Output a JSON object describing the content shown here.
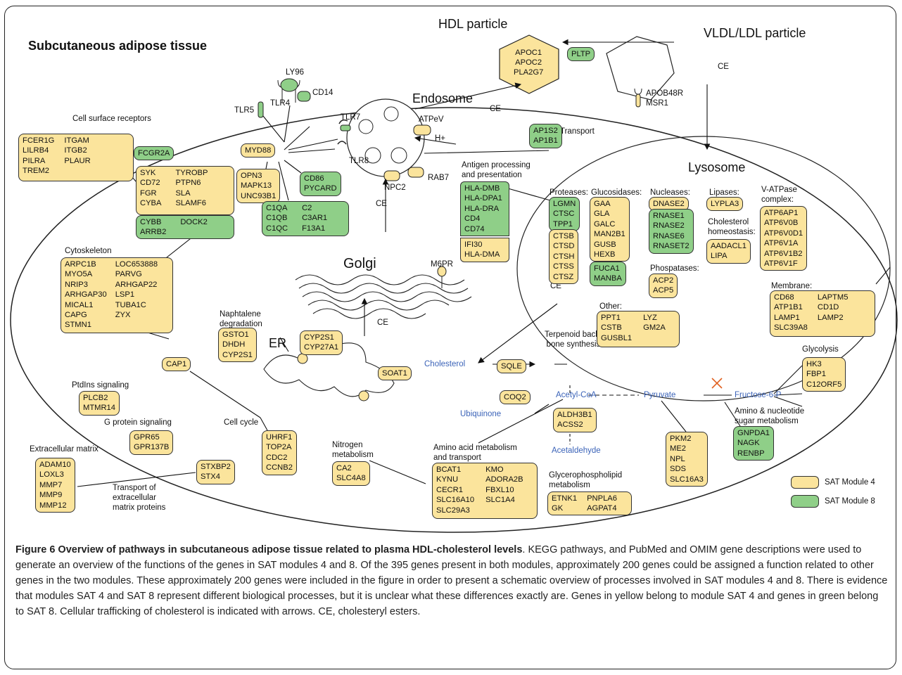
{
  "title": "Subcutaneous adipose tissue",
  "compartments": {
    "endosome": "Endosome",
    "lysosome": "Lysosome",
    "golgi": "Golgi",
    "er": "ER",
    "hdl": "HDL particle",
    "vldl": "VLDL/LDL particle"
  },
  "hdl_genes": [
    "APOC1",
    "APOC2",
    "PLA2G7"
  ],
  "edge_labels": {
    "ce": "CE",
    "hplus": "H+",
    "m6pr": "M6PR",
    "atpev": "ATPeV",
    "rab7": "RAB7",
    "npc2": "NPC2",
    "transport": "Transport"
  },
  "receptors": {
    "tlr5": "TLR5",
    "tlr4": "TLR4",
    "ly96": "LY96",
    "cd14": "CD14",
    "tlr7": "TLR7",
    "tlr8": "TLR8",
    "apob48r": "APOB48R",
    "msr1": "MSR1"
  },
  "section_labels": {
    "cell_surface": "Cell surface receptors",
    "cytoskeleton": "Cytoskeleton",
    "antigen": "Antigen processing\nand presentation",
    "proteases": "Proteases:",
    "glucosidases": "Glucosidases:",
    "nucleases": "Nucleases:",
    "lipases": "Lipases:",
    "vatpase": "V-ATPase\ncomplex:",
    "chol_homeo": "Cholesterol\nhomeostasis:",
    "phosphatases": "Phospatases:",
    "membrane": "Membrane:",
    "other": "Other:",
    "naphtalene": "Naphtalene\ndegradation",
    "ptdins": "PtdIns signaling",
    "gprotein": "G protein signaling",
    "cellcycle": "Cell cycle",
    "ecm": "Extracellular matrix",
    "ecm_transport": "Transport of\nextracellular\nmatrix proteins",
    "nitrogen": "Nitrogen\nmetabolism",
    "aminoacid": "Amino acid metabolism\nand transport",
    "glycero": "Glycerophospholipid\nmetabolism",
    "terpenoid": "Terpenoid back-\nbone synthesis",
    "glycolysis": "Glycolysis",
    "aminonuc": "Amino & nucleotide\nsugar metabolism"
  },
  "metabolites": {
    "cholesterol": "Cholesterol",
    "acetylcoa": "Acetyl-CoA",
    "pyruvate": "Pyruvate",
    "fructose": "Fructose-6-P",
    "ubiquinone": "Ubiquinone",
    "acetaldehyde": "Acetaldehyde"
  },
  "boxes": {
    "pltp": [
      "PLTP"
    ],
    "fcer1g": [
      "FCER1G",
      "LILRB4",
      "PILRA",
      "TREM2"
    ],
    "itgam": [
      "ITGAM",
      "ITGB2",
      "PLAUR"
    ],
    "fcgr2a": [
      "FCGR2A"
    ],
    "syk": [
      "SYK",
      "CD72",
      "FGR",
      "CYBA"
    ],
    "tyrobp": [
      "TYROBP",
      "PTPN6",
      "SLA",
      "SLAMF6"
    ],
    "cybb": [
      "CYBB",
      "ARRB2"
    ],
    "dock2": [
      "DOCK2"
    ],
    "myd88": [
      "MYD88"
    ],
    "opn3": [
      "OPN3",
      "MAPK13",
      "UNC93B1"
    ],
    "cd86": [
      "CD86",
      "PYCARD"
    ],
    "c1qa": [
      "C1QA",
      "C1QB",
      "C1QC"
    ],
    "c2": [
      "C2",
      "C3AR1",
      "F13A1"
    ],
    "ap1s2": [
      "AP1S2",
      "AP1B1"
    ],
    "hla_green": [
      "HLA-DMB",
      "HLA-DPA1",
      "HLA-DRA",
      "CD4",
      "CD74"
    ],
    "hla_yellow": [
      "IFI30",
      "HLA-DMA"
    ],
    "cyto1": [
      "ARPC1B",
      "MYO5A",
      "NRIP3",
      "ARHGAP30",
      "MICAL1",
      "CAPG",
      "STMN1"
    ],
    "cyto2": [
      "LOC653888",
      "PARVG",
      "ARHGAP22",
      "LSP1",
      "TUBA1C",
      "ZYX"
    ],
    "prot_green": [
      "LGMN",
      "CTSC",
      "TPP1"
    ],
    "prot_yellow": [
      "CTSB",
      "CTSD",
      "CTSH",
      "CTSS",
      "CTSZ"
    ],
    "gluc_yellow": [
      "GAA",
      "GLA",
      "GALC",
      "MAN2B1",
      "GUSB",
      "HEXB"
    ],
    "gluc_green": [
      "FUCA1",
      "MANBA"
    ],
    "nuc_yellow": [
      "DNASE2"
    ],
    "nuc_green": [
      "RNASE1",
      "RNASE2",
      "RNASE6",
      "RNASET2"
    ],
    "lipases": [
      "LYPLA3"
    ],
    "vatpase": [
      "ATP6AP1",
      "ATP6V0B",
      "ATP6V0D1",
      "ATP6V1A",
      "ATP6V1B2",
      "ATP6V1F"
    ],
    "cholhomeo": [
      "AADACL1",
      "LIPA"
    ],
    "phos": [
      "ACP2",
      "ACP5"
    ],
    "other1": [
      "PPT1",
      "CSTB",
      "GUSBL1"
    ],
    "other2": [
      "LYZ",
      "GM2A"
    ],
    "mem1": [
      "CD68",
      "ATP1B1",
      "LAMP1",
      "SLC39A8"
    ],
    "mem2": [
      "LAPTM5",
      "CD1D",
      "LAMP2"
    ],
    "naph": [
      "GSTO1",
      "DHDH",
      "CYP2S1"
    ],
    "cyp": [
      "CYP2S1",
      "CYP27A1"
    ],
    "soat1": [
      "SOAT1"
    ],
    "sqle": [
      "SQLE"
    ],
    "cap1": [
      "CAP1"
    ],
    "ptdins": [
      "PLCB2",
      "MTMR14"
    ],
    "gpr": [
      "GPR65",
      "GPR137B"
    ],
    "uhrf1": [
      "UHRF1",
      "TOP2A",
      "CDC2",
      "CCNB2"
    ],
    "ecm": [
      "ADAM10",
      "LOXL3",
      "MMP7",
      "MMP9",
      "MMP12"
    ],
    "stxbp2": [
      "STXBP2",
      "STX4"
    ],
    "nitrogen": [
      "CA2",
      "SLC4A8"
    ],
    "aa1": [
      "BCAT1",
      "KYNU",
      "CECR1",
      "SLC16A10",
      "SLC29A3"
    ],
    "aa2": [
      "KMO",
      "ADORA2B",
      "FBXL10",
      "SLC1A4"
    ],
    "coq2": [
      "COQ2"
    ],
    "aldh": [
      "ALDH3B1",
      "ACSS2"
    ],
    "glycero1": [
      "ETNK1",
      "GK"
    ],
    "glycero2": [
      "PNPLA6",
      "AGPAT4"
    ],
    "pkm2": [
      "PKM2",
      "ME2",
      "NPL",
      "SDS",
      "SLC16A3"
    ],
    "glycolysis": [
      "HK3",
      "FBP1",
      "C12ORF5"
    ],
    "aminonuc": [
      "GNPDA1",
      "NAGK",
      "RENBP"
    ]
  },
  "legend": [
    {
      "label": "SAT Module 4",
      "color": "#fbe49c"
    },
    {
      "label": "SAT Module 8",
      "color": "#8fcf88"
    }
  ],
  "caption": {
    "lead": "Figure 6 Overview of pathways in subcutaneous adipose tissue related to plasma HDL-cholesterol levels",
    "body": ". KEGG pathways, and PubMed and OMIM gene descriptions were used to generate an overview of the functions of the genes in SAT modules 4 and 8. Of the 395 genes present in both modules, approximately 200 genes could be assigned a function related to other genes in the two modules. These approximately 200 genes were included in the figure in order to present a schematic overview of processes involved in SAT modules 4 and 8. There is evidence that modules SAT 4 and SAT 8 represent different biological processes, but it is unclear what these differences exactly are. Genes in yellow belong to module SAT 4 and genes in green belong to SAT 8. Cellular trafficking of cholesterol is indicated with arrows. CE, cholesteryl esters."
  }
}
